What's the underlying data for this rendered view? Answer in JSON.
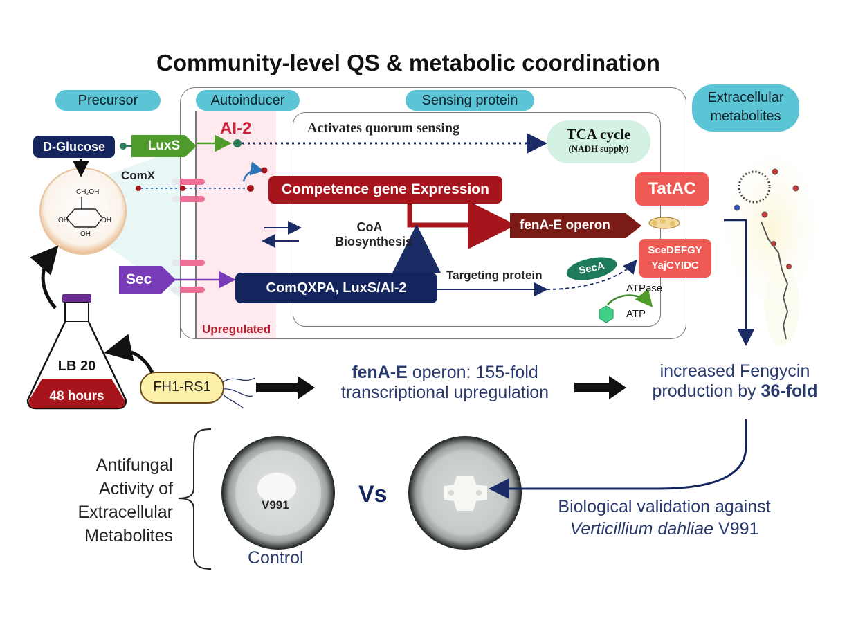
{
  "title": "Community-level QS & metabolic coordination",
  "headers": {
    "precursor": "Precursor",
    "autoinducer": "Autoinducer",
    "sensing_protein": "Sensing protein",
    "extracellular_line1": "Extracellular",
    "extracellular_line2": "metabolites"
  },
  "nodes": {
    "d_glucose": "D-Glucose",
    "luxs": "LuxS",
    "ai2": "AI-2",
    "comx": "ComX",
    "sec": "Sec",
    "activates_qs": "Activates quorum sensing",
    "tca_line1": "TCA cycle",
    "tca_line2": "(NADH supply)",
    "competence": "Competence gene Expression",
    "coa_line1": "CoA",
    "coa_line2": "Biosynthesis",
    "fena_operon": "fenA-E operon",
    "comqxpa": "ComQXPA, LuxS/AI-2",
    "targeting": "Targeting protein",
    "seca": "SecA",
    "atpase": "ATPase",
    "atp": "ATP",
    "tatac": "TatAC",
    "sce_line1": "SceDEFGY",
    "sce_line2": "YajCYIDC",
    "upregulated": "Upregulated",
    "glucose_ch2oh": "CH₂OH",
    "oh": "OH"
  },
  "culture": {
    "medium": "LB 20",
    "time": "48 hours",
    "strain": "FH1-RS1"
  },
  "result": {
    "fena_bold": "fenA-E",
    "fena_rest": " operon: 155-fold",
    "fena_line2": "transcriptional upregulation",
    "prod_line1": "increased Fengycin",
    "prod_line2_pre": "production by ",
    "prod_line2_bold": "36-fold"
  },
  "antifungal": {
    "label_lines": [
      "Antifungal",
      "Activity of",
      "Extracellular",
      "Metabolites"
    ],
    "plate_label": "V991",
    "vs": "Vs",
    "control": "Control",
    "validation_line1": "Biological validation against",
    "validation_italic": "Verticillium dahliae",
    "validation_rest": " V991"
  },
  "colors": {
    "navy": "#14245c",
    "dark_red": "#a5151b",
    "header_teal": "#5bc5d6",
    "luxs_green": "#4e9a2a",
    "sec_purple": "#7a3bb8",
    "tatac_red": "#ef5a55",
    "membrane_pink": "#ee6f95",
    "tca_mint": "#d3f2e3"
  }
}
